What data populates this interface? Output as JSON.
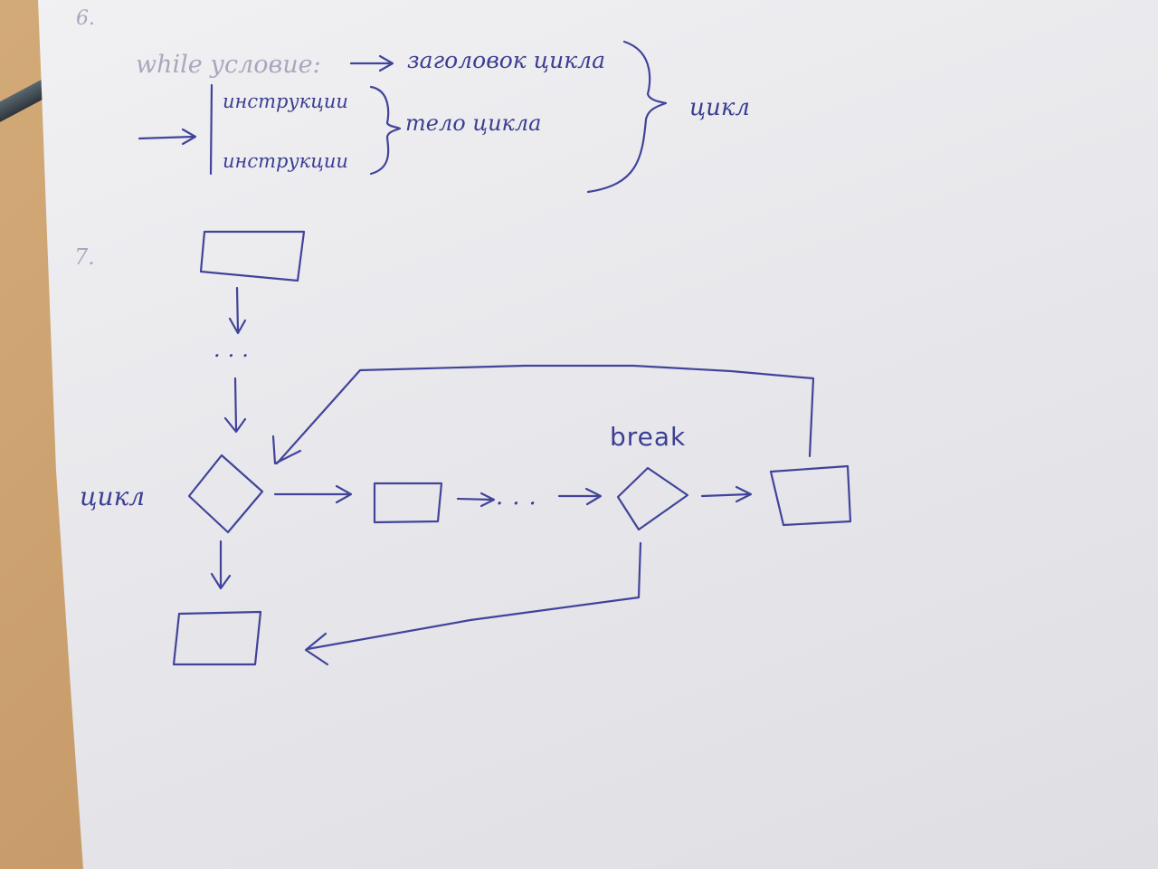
{
  "section_1": {
    "number": "6.",
    "header_code": "while условие:",
    "header_caption": "заголовок цикла",
    "instruction_1": "инструкции",
    "instruction_2": "инструкции",
    "body_caption": "тело цикла",
    "loop_caption": "цикл"
  },
  "section_2": {
    "number": "7.",
    "ellipsis_vertical": "...",
    "ellipsis_horizontal": "...",
    "break_label": "break",
    "loop_label": "цикл"
  },
  "colors": {
    "ink": "#41449a",
    "paper": "#ececef",
    "desk": "#c99e6c"
  }
}
